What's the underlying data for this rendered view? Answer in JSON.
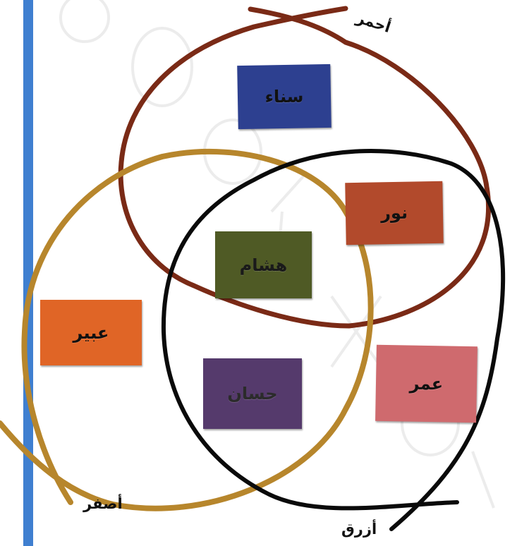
{
  "diagram": {
    "ropes": [
      {
        "label": "أحمر",
        "color": "#7a2a16"
      },
      {
        "label": "أصفر",
        "color": "#b7862c"
      },
      {
        "label": "أزرق",
        "color": "#0a0a0a"
      }
    ],
    "cards": [
      {
        "name": "سناء",
        "color": "#2d4090",
        "text_color": "#111111"
      },
      {
        "name": "نور",
        "color": "#b24a2c",
        "text_color": "#111111"
      },
      {
        "name": "هشام",
        "color": "#4f5a25",
        "text_color": "#1a1a1a"
      },
      {
        "name": "عبير",
        "color": "#e06526",
        "text_color": "#111111"
      },
      {
        "name": "حسان",
        "color": "#553a6c",
        "text_color": "#2b2b2b"
      },
      {
        "name": "عمر",
        "color": "#cf6a6e",
        "text_color": "#111111"
      }
    ],
    "accent_bar_color": "#3f7fd0",
    "watermark_color": "#ececec"
  }
}
